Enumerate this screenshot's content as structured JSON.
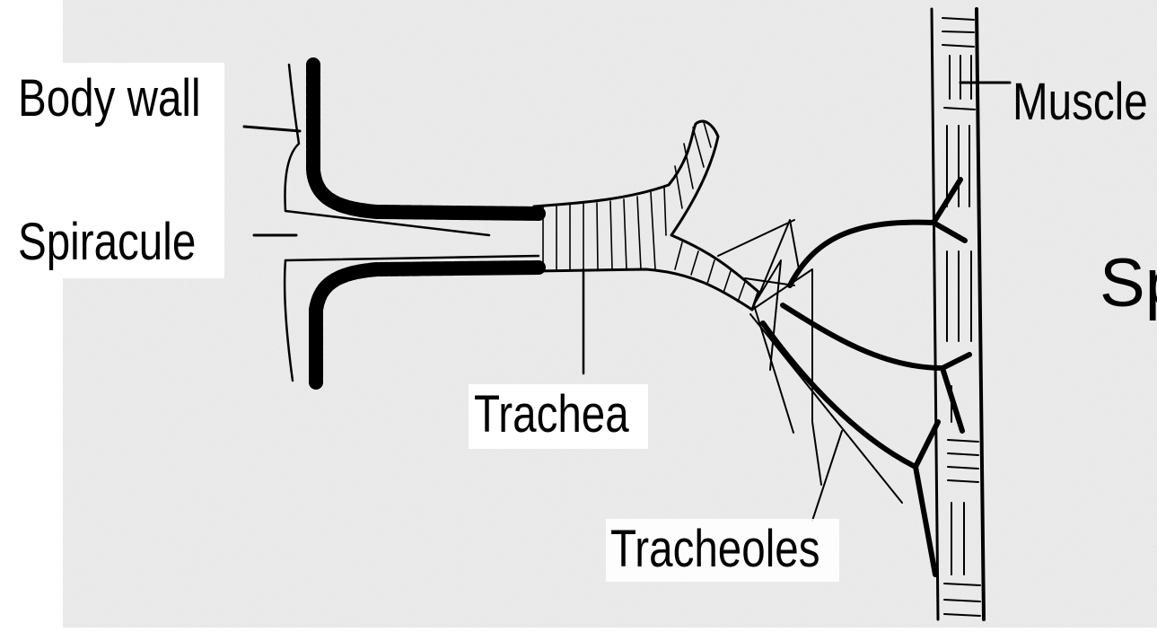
{
  "labels": {
    "body_wall": "Body wall",
    "spiracule": "Spiracule",
    "muscle": "Muscle",
    "trachea": "Trachea",
    "tracheoles": "Tracheoles",
    "side_text": "Sp"
  },
  "colors": {
    "background": "#ffffff",
    "paper": "#eeeeee",
    "ink": "#000000"
  }
}
